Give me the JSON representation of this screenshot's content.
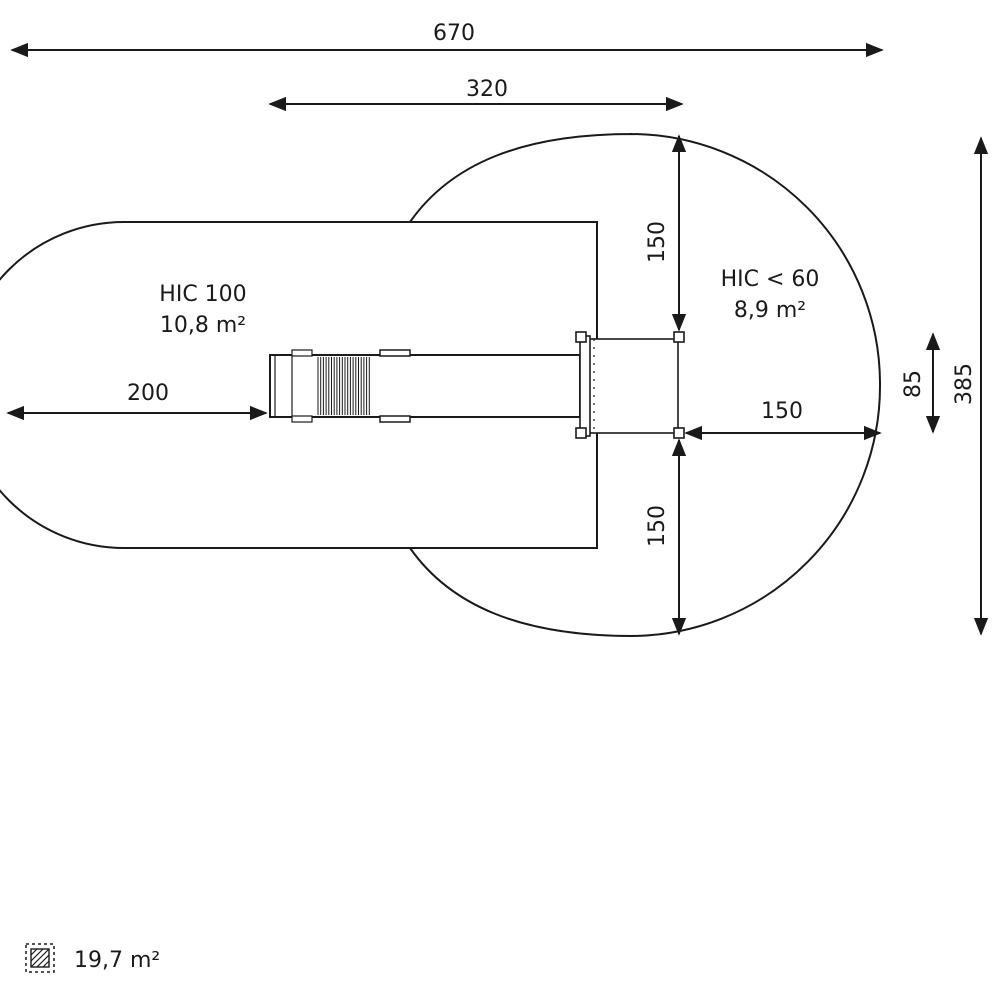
{
  "dimensions": {
    "total_width": "670",
    "top_width": "320",
    "left_radius": "200",
    "right_extent": "150",
    "upper_height": "150",
    "lower_height": "150",
    "platform_depth": "85",
    "total_height": "385"
  },
  "zones": {
    "hic100": {
      "label": "HIC 100",
      "area": "10,8 m²"
    },
    "hic60": {
      "label": "HIC < 60",
      "area": "8,9 m²"
    }
  },
  "legend": {
    "icon": "hatched-square-icon",
    "total_area": "19,7 m²"
  },
  "colors": {
    "ink": "#1a1a1a"
  }
}
